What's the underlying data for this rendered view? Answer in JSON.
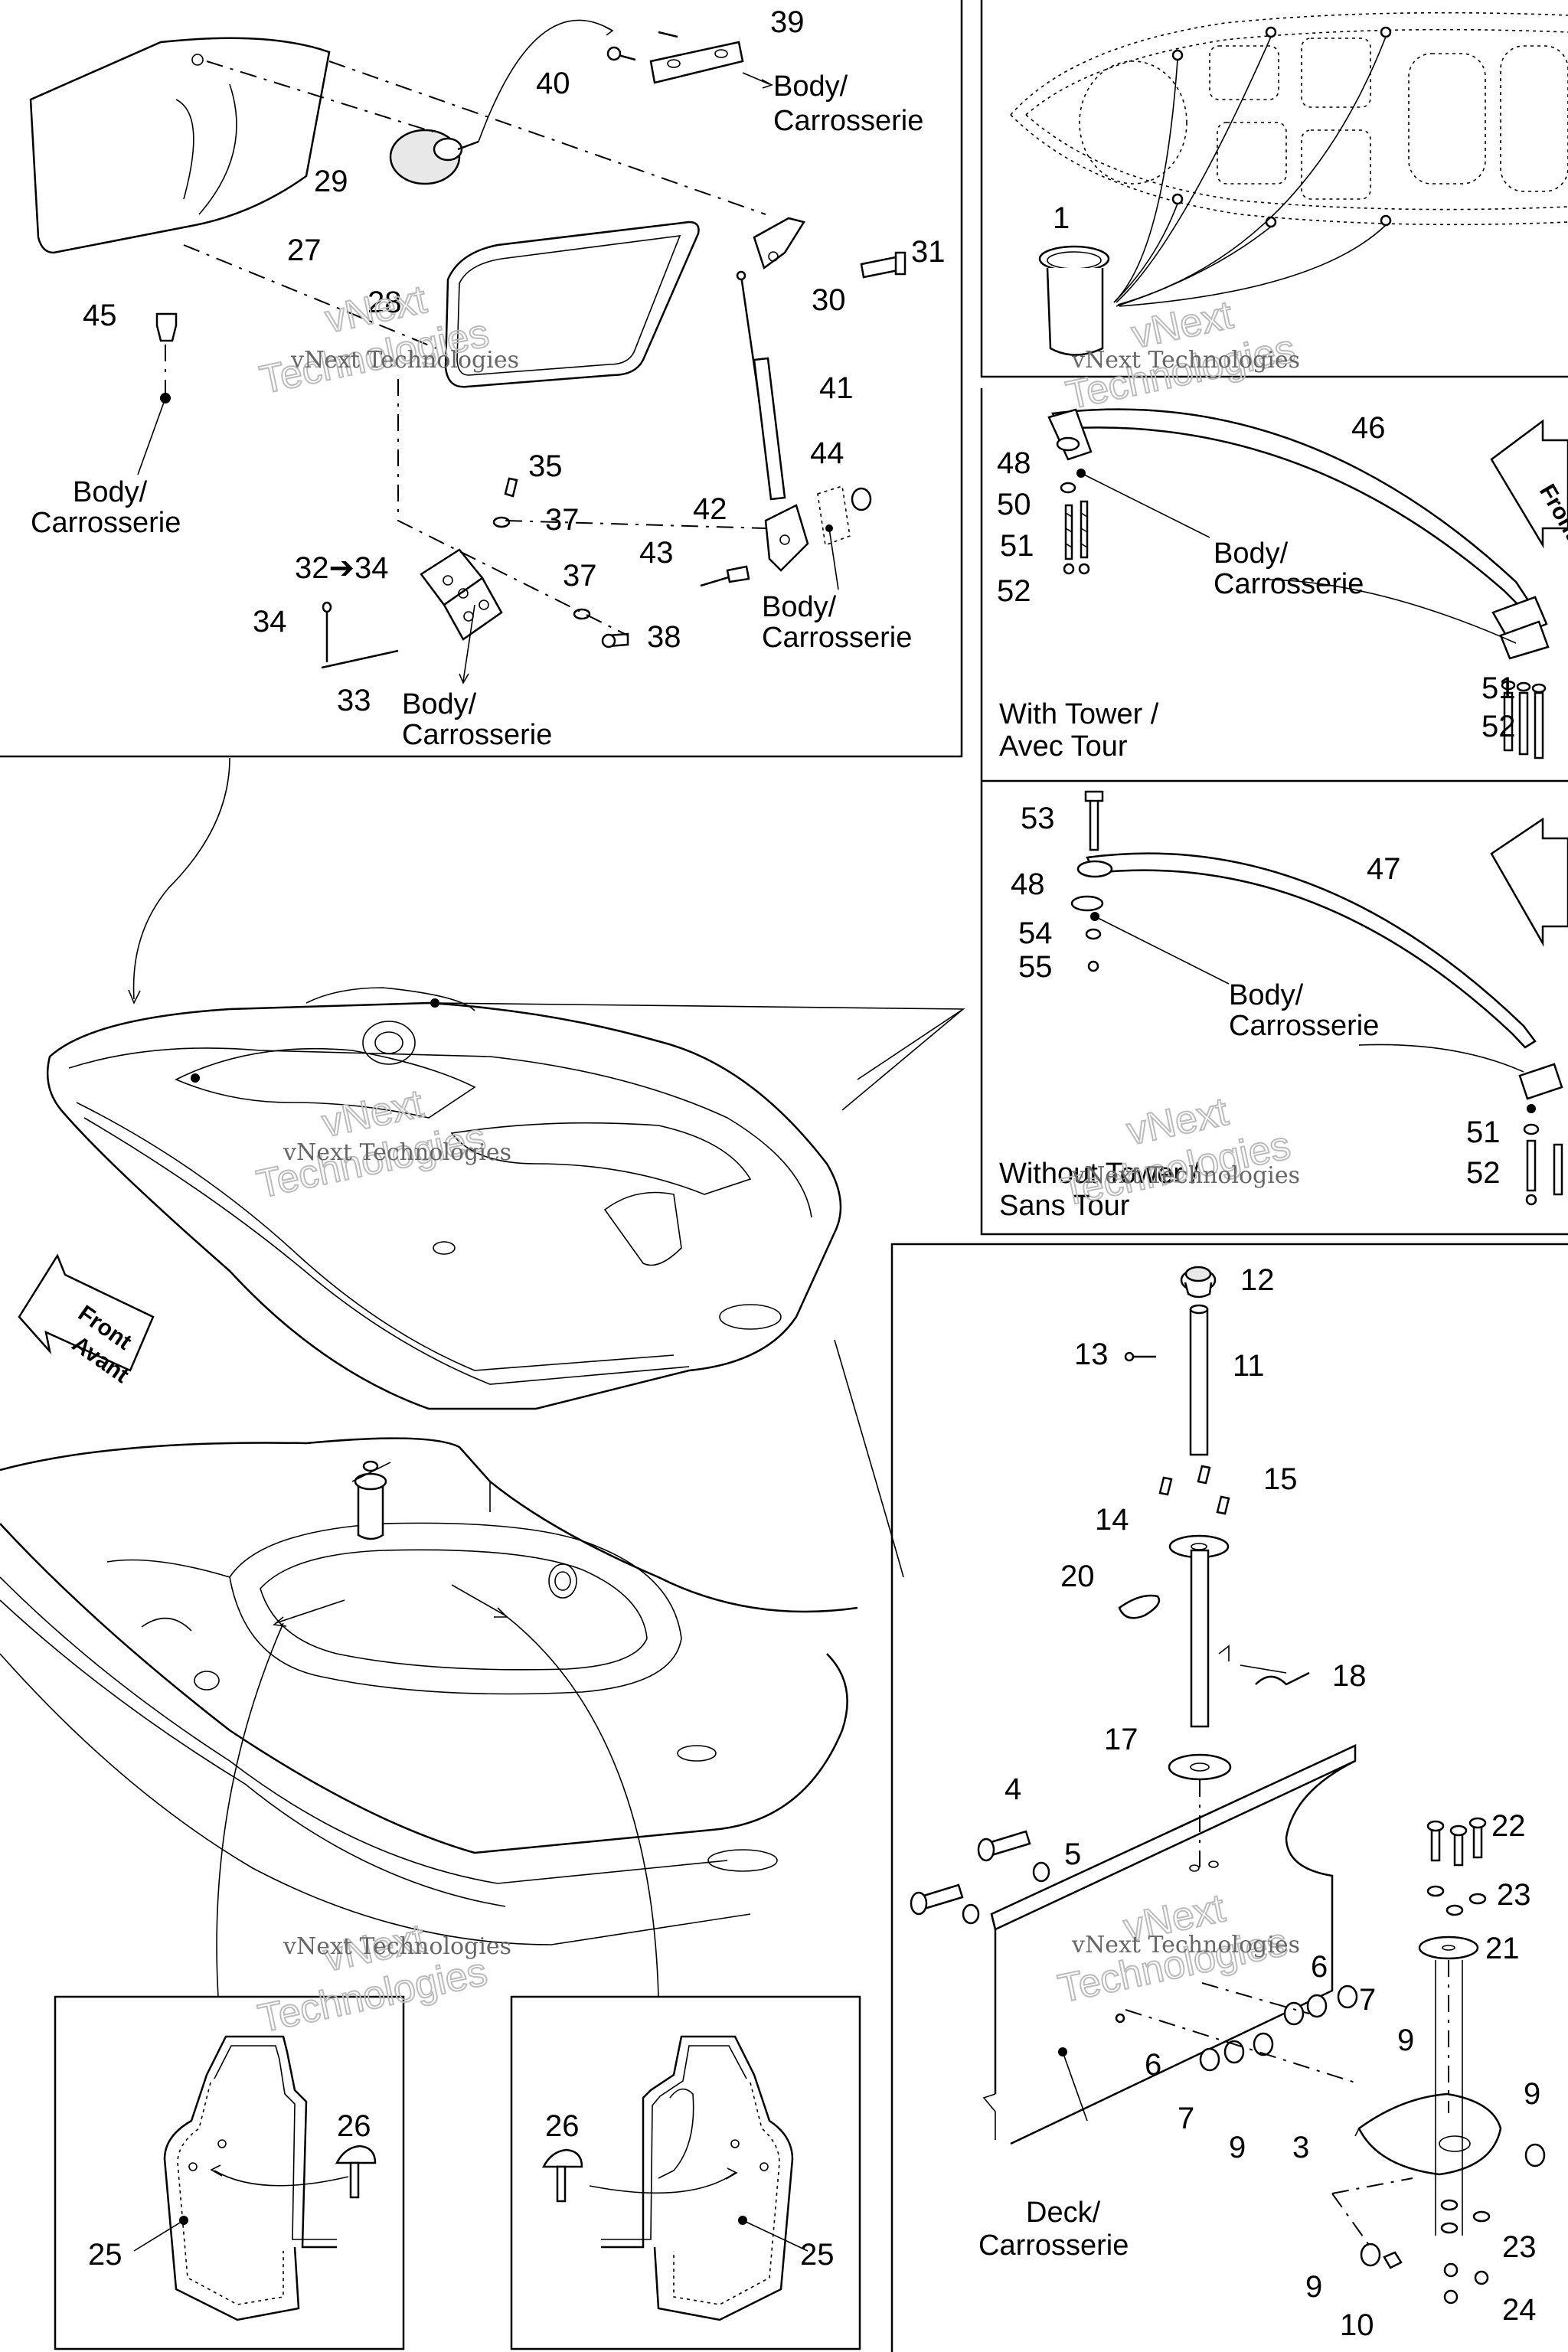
{
  "watermark": {
    "small": "vNext Technologies",
    "large_top": "vNext",
    "large_bottom": "Technologies"
  },
  "labels": {
    "body_fr": "Body/\nCarrosserie",
    "deck_fr": "Deck/\nCarrosserie",
    "with_tower": "With Tower /",
    "with_tower_fr": "Avec Tour",
    "without_tower": "Without Tower /",
    "without_tower_fr": "Sans Tour",
    "front": "Front",
    "avant": "Avant",
    "body": "Body/",
    "carrosserie": "Carrosserie",
    "deck": "Deck/",
    "arrow_32_34": "32➔34"
  },
  "callouts": {
    "n1": "1",
    "n3": "3",
    "n4": "4",
    "n5": "5",
    "n6a": "6",
    "n6b": "6",
    "n7a": "7",
    "n7b": "7",
    "n9a": "9",
    "n9b": "9",
    "n9c": "9",
    "n9d": "9",
    "n10": "10",
    "n11": "11",
    "n12": "12",
    "n13": "13",
    "n14": "14",
    "n15": "15",
    "n17": "17",
    "n18": "18",
    "n20": "20",
    "n21": "21",
    "n22": "22",
    "n23a": "23",
    "n23b": "23",
    "n24": "24",
    "n25a": "25",
    "n25b": "25",
    "n26a": "26",
    "n26b": "26",
    "n27": "27",
    "n28": "28",
    "n29": "29",
    "n30": "30",
    "n31": "31",
    "n33": "33",
    "n34": "34",
    "n35": "35",
    "n37a": "37",
    "n37b": "37",
    "n38": "38",
    "n39": "39",
    "n40": "40",
    "n41": "41",
    "n42": "42",
    "n43": "43",
    "n44": "44",
    "n45": "45",
    "n46": "46",
    "n47": "47",
    "n48a": "48",
    "n48b": "48",
    "n50": "50",
    "n51a": "51",
    "n51b": "51",
    "n51c": "51",
    "n52a": "52",
    "n52b": "52",
    "n52c": "52",
    "n53": "53",
    "n54": "54",
    "n55": "55"
  }
}
